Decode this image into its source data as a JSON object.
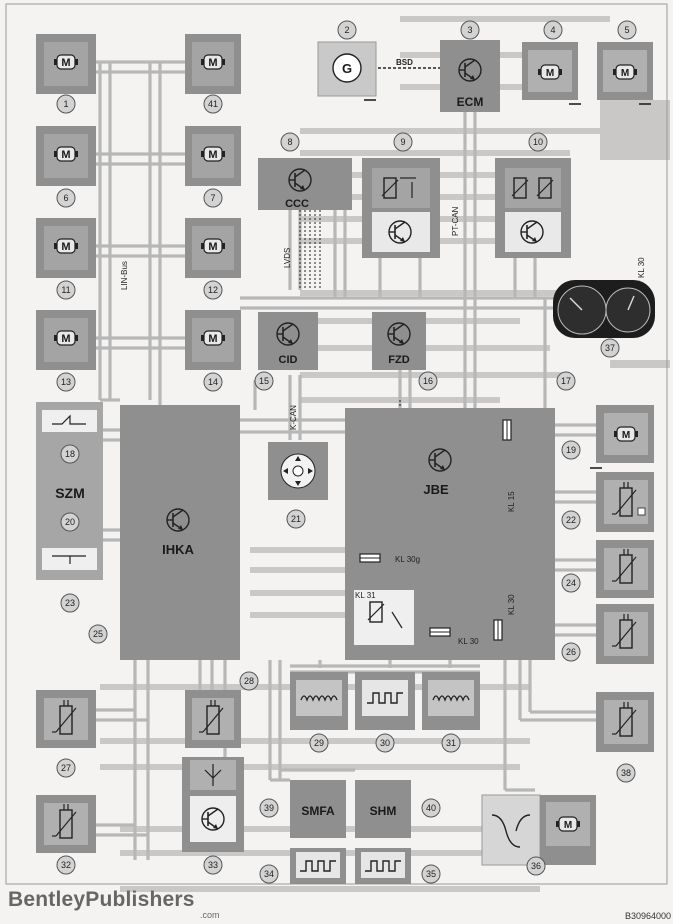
{
  "modules": {
    "ecm": "ECM",
    "ccc": "CCC",
    "cid": "CID",
    "fzd": "FZD",
    "jbe": "JBE",
    "ihka": "IHKA",
    "szm": "SZM",
    "smfa": "SMFA",
    "shm": "SHM"
  },
  "buses": {
    "bsd": "BSD",
    "pt_can": "PT-CAN",
    "lvds": "LVDS",
    "lin_bus": "LIN-Bus",
    "k_can": "K-CAN"
  },
  "terminals": {
    "kl15": "KL 15",
    "kl30g": "KL 30g",
    "kl31": "KL 31",
    "kl30_relay": "KL 30",
    "kl30_fuse": "KL 30",
    "kl30_cluster": "KL 30"
  },
  "symbols": {
    "motor": "M",
    "generator": "G"
  },
  "component_numbers": [
    "1",
    "2",
    "3",
    "4",
    "5",
    "6",
    "7",
    "8",
    "9",
    "10",
    "11",
    "12",
    "13",
    "14",
    "15",
    "16",
    "17",
    "18",
    "19",
    "20",
    "21",
    "22",
    "23",
    "24",
    "25",
    "26",
    "27",
    "28",
    "29",
    "30",
    "31",
    "32",
    "33",
    "34",
    "35",
    "36",
    "37",
    "38",
    "39",
    "40",
    "41"
  ],
  "footer": {
    "brand": "BentleyPublishers",
    "brand_suffix": ".com",
    "code": "B30964000"
  }
}
